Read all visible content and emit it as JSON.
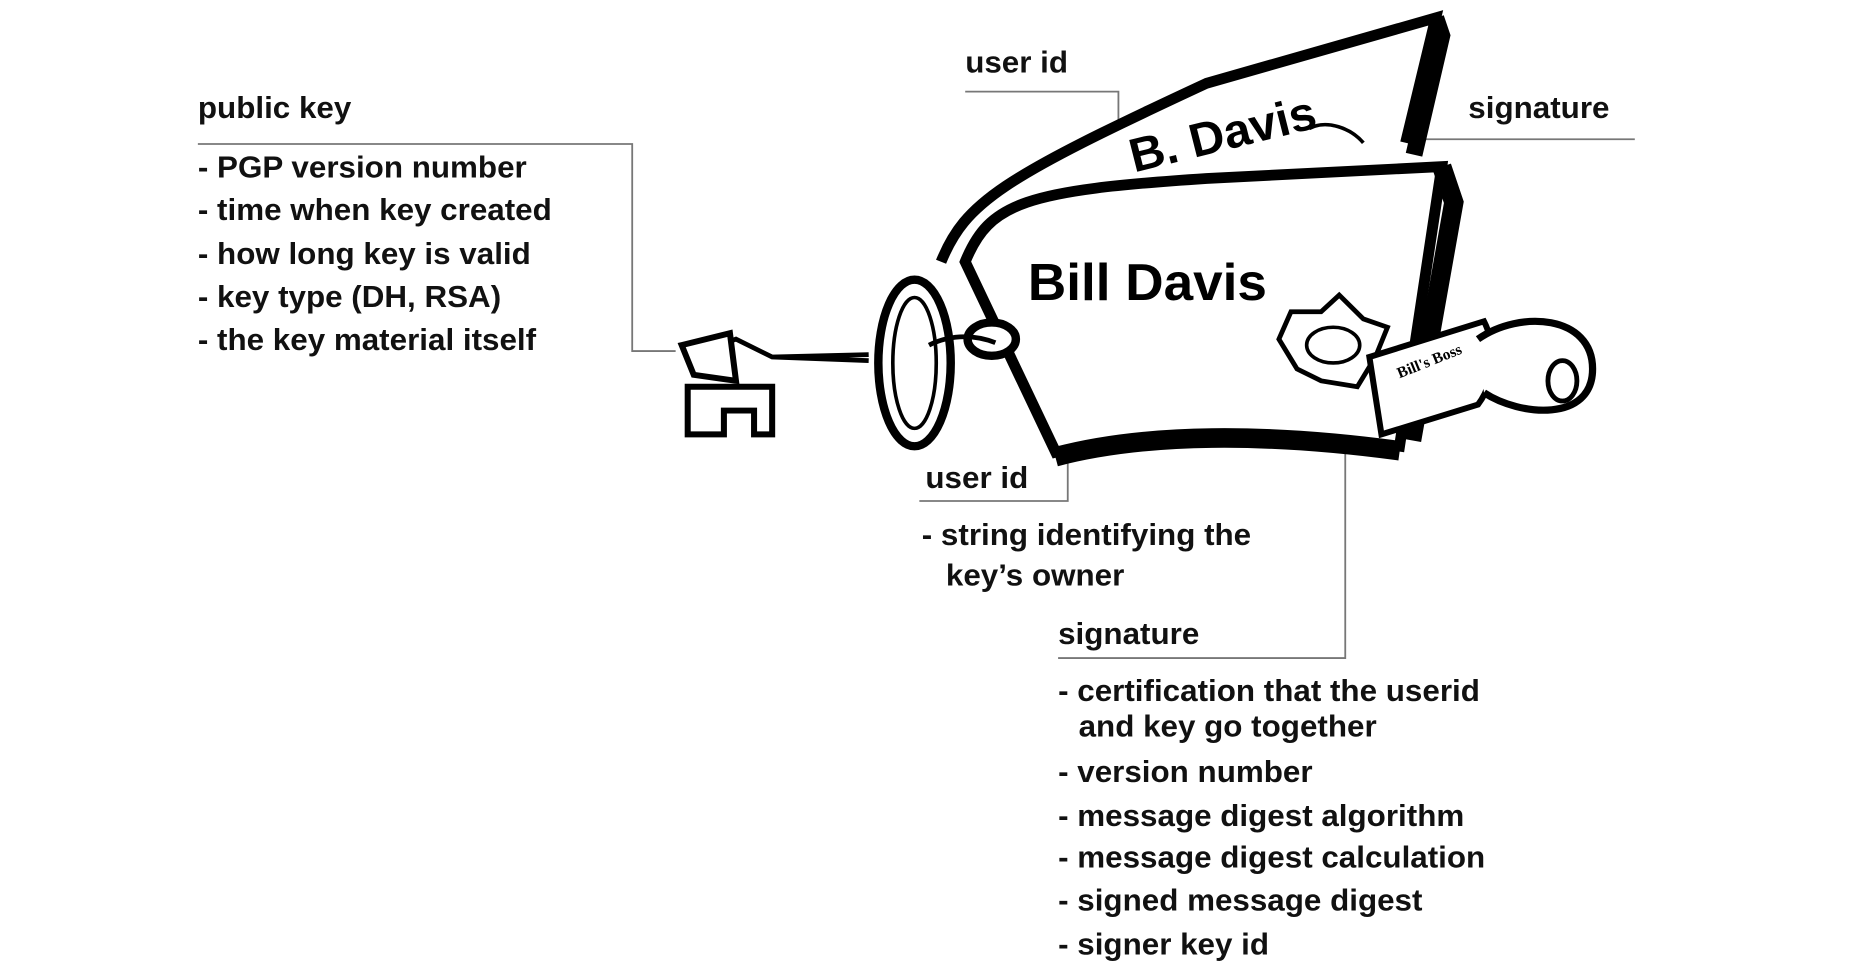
{
  "public_key": {
    "title": "public key",
    "items": [
      "- PGP version number",
      "- time when key created",
      "- how long key is valid",
      "- key type (DH, RSA)",
      "- the key material itself"
    ]
  },
  "top_user_id": {
    "title": "user id"
  },
  "top_signature": {
    "title": "signature"
  },
  "user_id": {
    "title": "user id",
    "items": [
      "- string identifying the",
      "key’s owner"
    ]
  },
  "signature": {
    "title": "signature",
    "items": [
      "- certification that the userid",
      "and key go together",
      "- version number",
      "- message digest algorithm",
      "- message digest calculation",
      "- signed message digest",
      "- signer key id"
    ]
  },
  "illustration": {
    "back_tag_text": "B. Davis",
    "front_tag_text": "Bill Davis",
    "stamp_text": "Bill's Boss"
  }
}
